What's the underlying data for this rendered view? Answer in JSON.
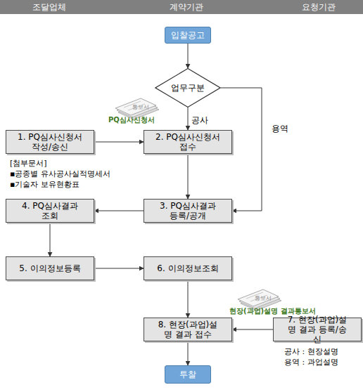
{
  "diagram": {
    "nodes": [
      {
        "text": [
          "조달업체"
        ]
      },
      {
        "text": [
          "계약기관"
        ]
      },
      {
        "text": [
          "요청기관"
        ]
      },
      {
        "text": [
          "입찰공고"
        ]
      },
      {
        "text": [
          "업무구분"
        ]
      },
      {
        "text": [
          "1. PQ심사신청서 작성/송신"
        ]
      },
      {
        "text": [
          "2. PQ심사신청서 접수"
        ]
      },
      {
        "text": [
          "4. PQ심사결과 조회"
        ]
      },
      {
        "text": [
          "3. PQ심사결과 등록/공개"
        ]
      },
      {
        "text": [
          "5. 이의정보등록"
        ]
      },
      {
        "text": [
          "6. 이의정보조회"
        ]
      },
      {
        "text": [
          "8. 현장(과업)설명 결과 접수"
        ]
      },
      {
        "text": [
          "7. 현장(과업)설명 결과 등록/송신"
        ]
      },
      {
        "text": [
          "투찰"
        ]
      }
    ],
    "edges": [
      {
        "from": 3,
        "to": 4,
        "arrow": "to"
      },
      {
        "from": 4,
        "to": 6,
        "label": "공사",
        "arrow": "to"
      },
      {
        "from": 4,
        "to": 8,
        "label": "용역",
        "arrow": "to"
      },
      {
        "from": 5,
        "to": 6,
        "arrow": "to"
      },
      {
        "from": 6,
        "to": 8,
        "arrow": "to"
      },
      {
        "from": 8,
        "to": 7,
        "arrow": "to"
      },
      {
        "from": 7,
        "to": 9,
        "arrow": "to"
      },
      {
        "from": 9,
        "to": 10,
        "arrow": "to"
      },
      {
        "from": 10,
        "to": 11,
        "arrow": "to"
      },
      {
        "from": 12,
        "to": 11,
        "arrow": "to"
      },
      {
        "from": 11,
        "to": 13,
        "arrow": "to"
      }
    ],
    "labels": [
      "통보서",
      "PQ심사신청서",
      "[첨부문서]",
      "▪공종별 유사공사실적명세서",
      "▪기술자 보유현황표",
      "통보서",
      "현장(과업)설명 결과통보서",
      "공사 : 현장설명",
      "용역 : 과업설명"
    ]
  }
}
